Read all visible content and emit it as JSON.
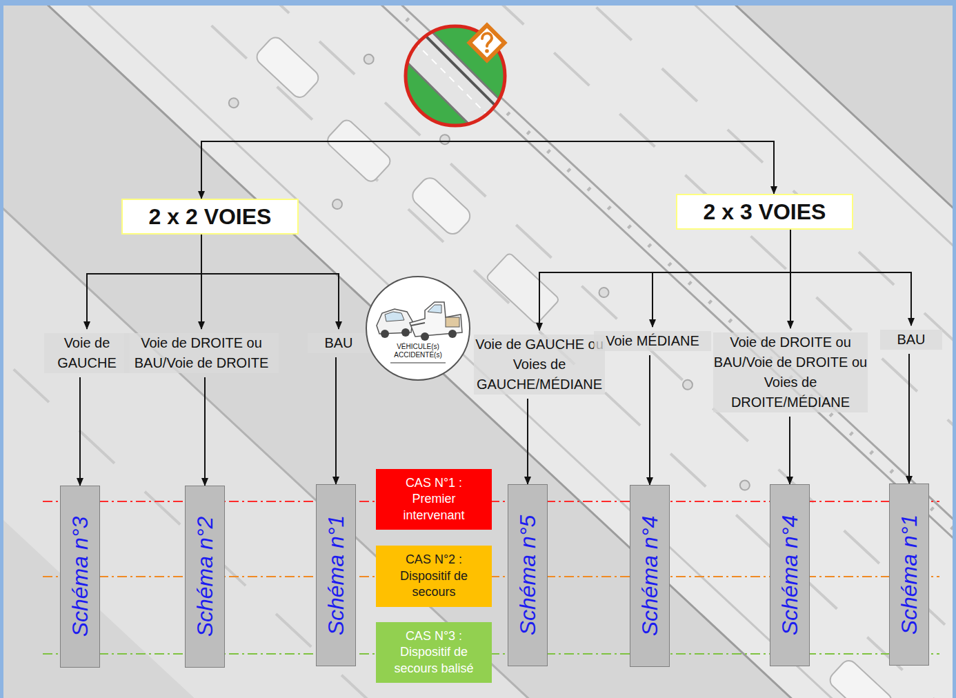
{
  "diagram": {
    "nodes": [
      {
        "text": [
          "2 x 2 VOIES"
        ]
      },
      {
        "text": [
          "2 x 3 VOIES"
        ]
      },
      {
        "text": [
          "Voie de GAUCHE"
        ]
      },
      {
        "text": [
          "Voie de DROITE ou BAU/Voie de DROITE"
        ]
      },
      {
        "text": [
          "BAU"
        ]
      },
      {
        "text": [
          "VÉHICULE(s) ACCIDENTÉ(s)"
        ]
      },
      {
        "text": [
          "Voie de GAUCHE ou Voies de GAUCHE/MÉDIANE"
        ]
      },
      {
        "text": [
          "Voie MÉDIANE"
        ]
      },
      {
        "text": [
          "Voie de DROITE ou BAU/Voie de DROITE ou Voies de DROITE/MÉDIANE"
        ]
      },
      {
        "text": [
          "BAU"
        ]
      },
      {
        "text": [
          "Schéma n°3"
        ]
      },
      {
        "text": [
          "Schéma n°2"
        ]
      },
      {
        "text": [
          "Schéma n°1"
        ]
      },
      {
        "text": [
          "CAS N°1 : Premier intervenant"
        ]
      },
      {
        "text": [
          "CAS N°2 : Dispositif de secours"
        ]
      },
      {
        "text": [
          "CAS N°3 : Dispositif de secours balisé"
        ]
      },
      {
        "text": [
          "Schéma n°5"
        ]
      },
      {
        "text": [
          "Schéma n°4"
        ]
      },
      {
        "text": [
          "Schéma n°4"
        ]
      },
      {
        "text": [
          "Schéma n°1"
        ]
      }
    ],
    "edges": [
      {
        "from": 0,
        "to": 2,
        "arrow": "to"
      },
      {
        "from": 0,
        "to": 3,
        "arrow": "to"
      },
      {
        "from": 0,
        "to": 4,
        "arrow": "to"
      },
      {
        "from": 1,
        "to": 6,
        "arrow": "to"
      },
      {
        "from": 1,
        "to": 7,
        "arrow": "to"
      },
      {
        "from": 1,
        "to": 8,
        "arrow": "to"
      },
      {
        "from": 1,
        "to": 9,
        "arrow": "to"
      },
      {
        "from": 2,
        "to": 10,
        "arrow": "to"
      },
      {
        "from": 3,
        "to": 11,
        "arrow": "to"
      },
      {
        "from": 4,
        "to": 12,
        "arrow": "to"
      },
      {
        "from": 6,
        "to": 16,
        "arrow": "to"
      },
      {
        "from": 7,
        "to": 17,
        "arrow": "to"
      },
      {
        "from": 8,
        "to": 18,
        "arrow": "to"
      },
      {
        "from": 9,
        "to": 19,
        "arrow": "to"
      }
    ]
  }
}
